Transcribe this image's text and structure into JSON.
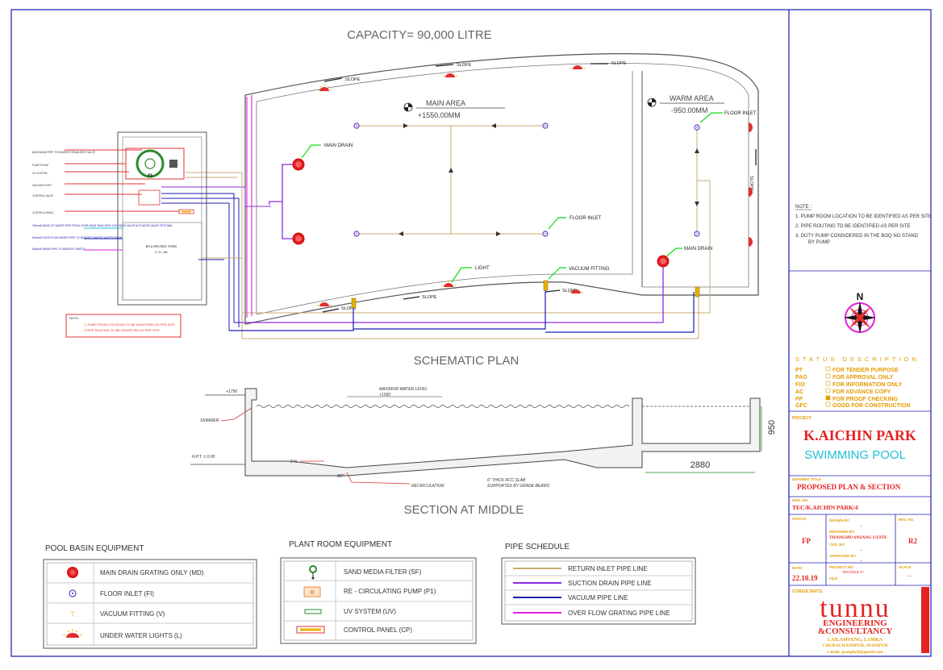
{
  "capacity_title": "CAPACITY= 90,000 LITRE",
  "plan_title": "SCHEMATIC PLAN",
  "section_title": "SECTION AT MIDDLE",
  "main_area": {
    "label": "MAIN AREA",
    "level": "+1550.00MM"
  },
  "warm_area": {
    "label": "WARM AREA",
    "level": "-950.00MM"
  },
  "plan_labels": {
    "main_drain": "MAIN DRAIN",
    "floor_inlet": "FLOOR INLET",
    "light": "LIGHT",
    "vacuum_fitting": "VACUUM FITTING",
    "warm_floor_inlet": "FLOOR INLET",
    "warm_main_drain": "MAIN DRAIN",
    "slope": "SLOPE",
    "fi": "FI"
  },
  "plant_room": {
    "balancing_tank": "BALANCING TANK",
    "balancing_sub": "X Cu. Mt.",
    "left_labels": [
      "BACKWASH PIPE TO NEAREST DRAIN WITH VALVE",
      "PUMP ROOM",
      "UV SYSTEM",
      "VACUUM POINT",
      "CONTROL VALVE",
      "CONTROL PANEL"
    ],
    "makeup_note": "32mmØ MAKE UP WATER PIPE FROM OVER HEAD TANK WITH SOLENOID VALVE ACTUATOR VALVE OPTIONAL",
    "overflow_note": "50mmØ OVER FLOW WATER PIPE TO NEAREST WASTE WATER DRAIN",
    "drain_note": "63mmØ DRAIN PIPE TO NEAREST WASTE"
  },
  "left_note": {
    "heading": "NOTE :",
    "lines": [
      "1. PUMP ROOM LOCATION TO BE IDENTIFIED AS PER SITE",
      "2.PIPE ROUTING TO BE IDENTIFIED AS PER SITE"
    ]
  },
  "section": {
    "top_level": "+1750",
    "water_level_label": "MAXIMUM WATER LEVEL",
    "water_level_value": "+1550",
    "skimmer": "SKIMMER",
    "npt": "N.P.T. ± 0.00",
    "slope_pct": "2 %",
    "pipe_dia": "Ø2\"",
    "recirculation": "RECIRCULATION",
    "slab_note_1": "6\" THICK RCC SLAB",
    "slab_note_2": "SUPPORTED BY GRADE BEAMS",
    "dim_depth": "950",
    "dim_width": "2880"
  },
  "legends": {
    "pool_basin": {
      "title": "POOL BASIN EQUIPMENT",
      "items": [
        "MAIN DRAIN GRATING ONLY (MD)",
        "FLOOR INLET (FI)",
        "VACUUM FITTING (V)",
        "UNDER WATER LIGHTS (L)"
      ]
    },
    "plant_room": {
      "title": "PLANT ROOM EQUIPMENT",
      "items": [
        "SAND MEDIA FILTER (SF)",
        "RE - CIRCULATING PUMP (P1)",
        "UV SYSTEM (UV)",
        "CONTROL PANEL (CP)"
      ]
    },
    "pipe_schedule": {
      "title": "PIPE SCHEDULE",
      "items": [
        {
          "label": "RETURN INLET PIPE LINE",
          "color": "#c8ab72"
        },
        {
          "label": "SUCTION DRAIN PIPE LINE",
          "color": "#8a2be2"
        },
        {
          "label": "VACUUM PIPE LINE",
          "color": "#1c1cb0"
        },
        {
          "label": "OVER FLOW GRATING PIPE LINE",
          "color": "#e020e0"
        }
      ]
    }
  },
  "title_block": {
    "note_heading": "NOTE :",
    "notes": [
      "1. PUMP ROOM LOCATION TO BE IDENTIFIED AS PER SITE",
      "2. PIPE ROUTING TO BE IDENTIFIED AS PER SITE",
      "3. DUTY PUMP CONSIDERED  IN THE BOQ NO STAND",
      "BY PUMP"
    ],
    "north": "N",
    "status_heading": "STATUS  DESCRIPTION",
    "status": [
      {
        "code": "PT",
        "desc": "FOR TENDER PURPOSE"
      },
      {
        "code": "PAO",
        "desc": "FOR APPROVAL ONLY"
      },
      {
        "code": "FIO",
        "desc": "FOR INFORMATION ONLY"
      },
      {
        "code": "AC",
        "desc": "FOR ADVANCE COPY"
      },
      {
        "code": "FP",
        "desc": "FOR PROOF CHECKING"
      },
      {
        "code": "GFC",
        "desc": "GOOD FOR CONSTRUCTION"
      }
    ],
    "project_label": "PROJECT:",
    "project_name": "K.AICHIN  PARK",
    "project_sub": "SWIMMING POOL",
    "drawing_title_label": "DRAWING TITLE:",
    "drawing_title": "PROPOSED PLAN & SECTION",
    "dwg_no_label": "DRG. NO.",
    "dwg_no": "TEC/K.AICHIN PARK/4",
    "status_label": "STATUS",
    "status_value": "FP",
    "drawn_by_label": "DRAWN BY:",
    "drawn_by": "--",
    "designed_by_label": "DESIGNED BY:",
    "designed_by": "THANGMUANSANG  GUITE",
    "ckd_by_label": "CKD. BY:",
    "ckd_by": "--",
    "approved_by_label": "APPROVED BY:",
    "approved_by": "--",
    "rev_label": "REV. NO.",
    "rev": "R2",
    "date_label": "DATE:",
    "date": "22.10.19",
    "project_no_label": "PROJECT NO.",
    "project_no": "TEC/2019-17",
    "file_label": "FILE:",
    "scale_label": "SCALE:",
    "scale": "----",
    "consultants_label": "CONSULTANTS",
    "firm_name": "tunnu",
    "firm_line2": "ENGINEERING",
    "firm_line3": "&CONSULTANCY",
    "firm_address1": "LAILAMVENG,  LAMKA",
    "firm_address2": "CHURACHANDPUR,  MANIPUR",
    "firm_email": "e-mail:  gsangbo9@gmail.com"
  },
  "colors": {
    "return": "#c8ab72",
    "suction": "#8a2be2",
    "vacuum": "#1c1cb0",
    "overflow": "#e020e0",
    "status_orange": "#e59b00",
    "project_red": "#e32222",
    "project_cyan": "#20c0d8",
    "green_leader": "#11dd11"
  }
}
